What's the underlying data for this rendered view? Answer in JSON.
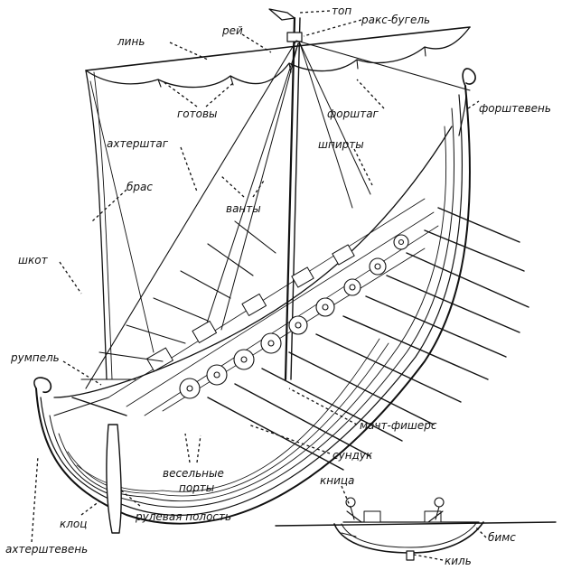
{
  "labels": {
    "top": "топ",
    "raks_bugel": "ракс-бугель",
    "rei": "рей",
    "lin": "линь",
    "gotovy": "готовы",
    "forshtag": "форштаг",
    "forshteven": "форштевень",
    "akhtershtag": "ахтерштаг",
    "shpirty": "шпирты",
    "bras": "брас",
    "vanty": "ванты",
    "shkot": "шкот",
    "rumpel": "румпель",
    "macht_fishers": "мачт-фишерс",
    "sunduk": "сундук",
    "veselnye": "весельные",
    "porty": "порты",
    "knitsa": "кница",
    "klots": "клоц",
    "rulevaya_polost": "рулевая полость",
    "bims": "бимс",
    "akhtershteven": "ахтерштевень",
    "kil": "киль"
  },
  "colors": {
    "ink": "#111111",
    "paper": "#ffffff"
  }
}
